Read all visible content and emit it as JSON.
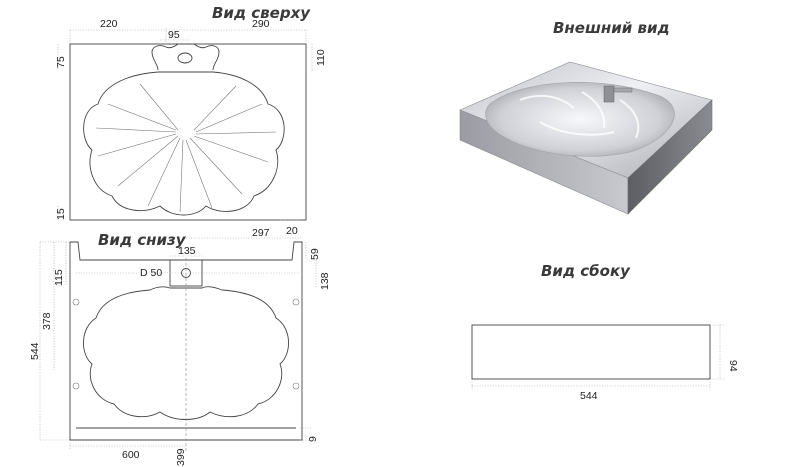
{
  "titles": {
    "top_view": "Вид сверху",
    "exterior_view": "Внешний вид",
    "bottom_view": "Вид снизу",
    "side_view": "Вид сбоку"
  },
  "top_view_dims": {
    "width_left": "220",
    "width_right": "290",
    "neck": "95",
    "depth_top_left": "75",
    "depth_top_right": "110",
    "bottom_left": "15",
    "bottom_right": "20"
  },
  "bottom_view_dims": {
    "upper_right": "297",
    "drain_offset": "135",
    "drain_diameter": "D 50",
    "right_small": "59",
    "right_large": "138",
    "left_short": "115",
    "left_mid": "378",
    "left_total": "544",
    "bottom_small": "9",
    "width_total": "600",
    "centerline": "399"
  },
  "side_view_dims": {
    "length": "544",
    "height": "94"
  },
  "colors": {
    "ink": "#444444",
    "text": "#3a3a3a",
    "basin_light": "#e8e8ec",
    "basin_dark": "#6d6d72"
  }
}
